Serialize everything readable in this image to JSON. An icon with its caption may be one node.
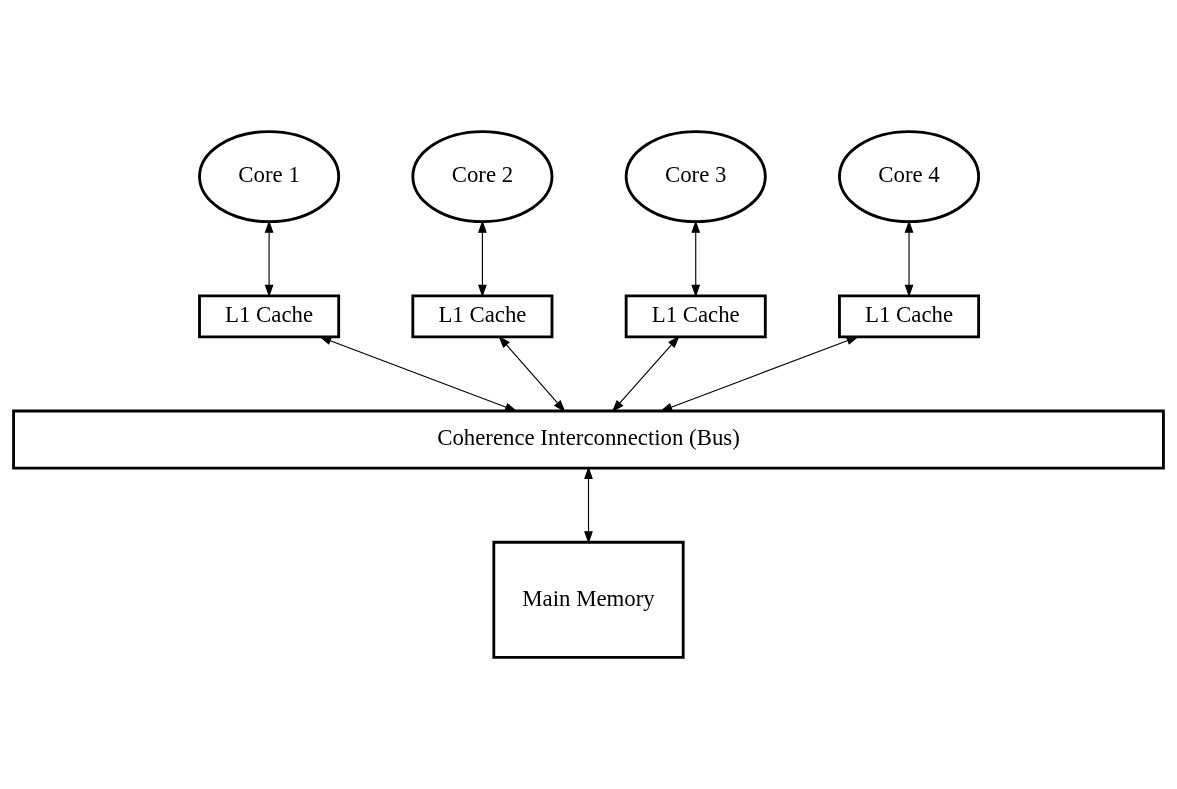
{
  "diagram": {
    "nodes": [
      {
        "text": [
          "Core 1"
        ]
      },
      {
        "text": [
          "Core 2"
        ]
      },
      {
        "text": [
          "Core 3"
        ]
      },
      {
        "text": [
          "Core 4"
        ]
      },
      {
        "text": [
          "L1 Cache"
        ]
      },
      {
        "text": [
          "L1 Cache"
        ]
      },
      {
        "text": [
          "L1 Cache"
        ]
      },
      {
        "text": [
          "L1 Cache"
        ]
      },
      {
        "text": [
          "Coherence Interconnection (Bus)"
        ]
      },
      {
        "text": [
          "Main Memory"
        ]
      }
    ],
    "edges": [
      {
        "from": 0,
        "to": 4,
        "arrow": "both"
      },
      {
        "from": 1,
        "to": 5,
        "arrow": "both"
      },
      {
        "from": 2,
        "to": 6,
        "arrow": "both"
      },
      {
        "from": 3,
        "to": 7,
        "arrow": "both"
      },
      {
        "from": 4,
        "to": 8,
        "arrow": "both"
      },
      {
        "from": 5,
        "to": 8,
        "arrow": "both"
      },
      {
        "from": 6,
        "to": 8,
        "arrow": "both"
      },
      {
        "from": 7,
        "to": 8,
        "arrow": "both"
      },
      {
        "from": 8,
        "to": 9,
        "arrow": "both"
      }
    ]
  }
}
